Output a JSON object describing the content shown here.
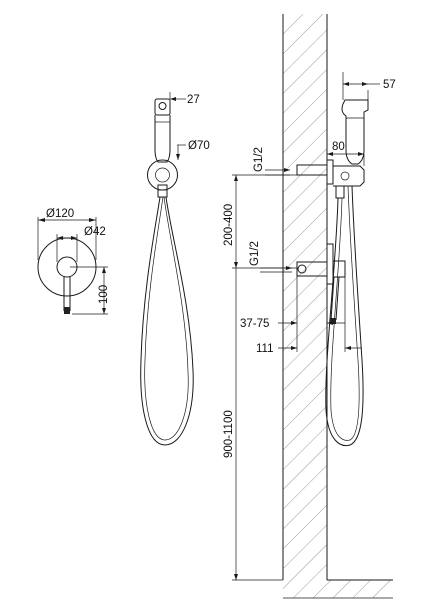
{
  "labels": {
    "head_width": "27",
    "holder_diameter": "Ø70",
    "plate_diameter": "Ø120",
    "lever_diameter": "Ø42",
    "lever_length": "100",
    "head_projection": "57",
    "thread_upper": "G1/2",
    "bracket_projection": "80",
    "height_upper": "200-400",
    "thread_lower": "G1/2",
    "embed_depth": "37-75",
    "mixer_projection": "111",
    "height_lower": "900-1100"
  }
}
